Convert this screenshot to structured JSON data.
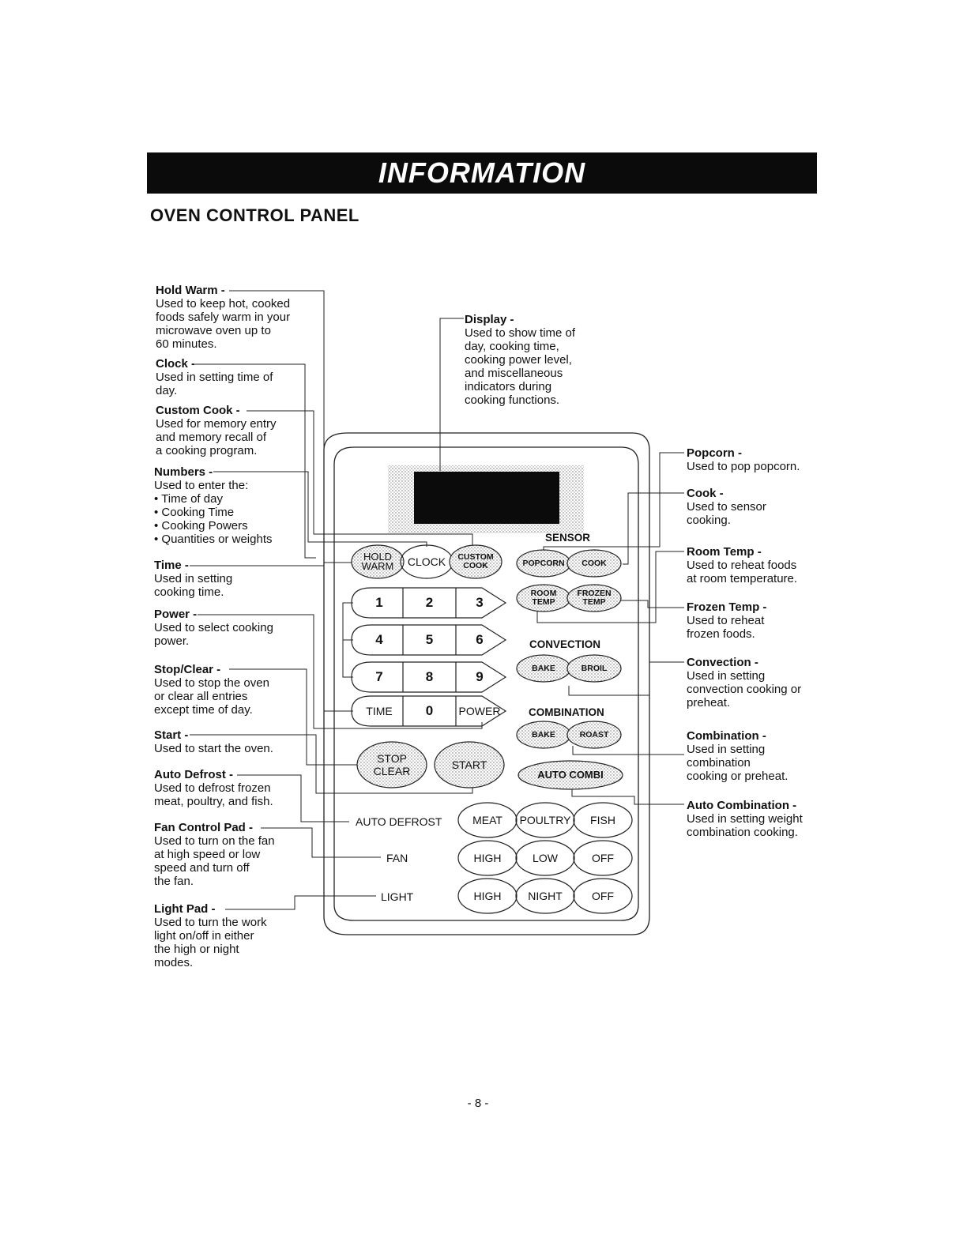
{
  "banner": {
    "title": "INFORMATION"
  },
  "section": {
    "title": "OVEN CONTROL PANEL"
  },
  "left_descriptions": [
    {
      "title": "Hold Warm -",
      "body": "Used to keep hot, cooked\nfoods safely warm in your\nmicrowave oven up to\n60 minutes."
    },
    {
      "title": "Clock -",
      "body": "Used in setting time of\nday."
    },
    {
      "title": "Custom Cook -",
      "body": "Used for memory entry\nand memory recall of\na cooking program."
    },
    {
      "title": "Numbers -",
      "body": "Used to enter the:\n• Time of day\n• Cooking Time\n• Cooking Powers\n• Quantities or weights"
    },
    {
      "title": "Time -",
      "body": "Used in setting\ncooking time."
    },
    {
      "title": "Power -",
      "body": "Used to select cooking\npower."
    },
    {
      "title": "Stop/Clear -",
      "body": "Used to stop the oven\nor clear all entries\nexcept time of day."
    },
    {
      "title": "Start -",
      "body": "Used to start the oven."
    },
    {
      "title": "Auto Defrost -",
      "body": "Used to defrost frozen\nmeat, poultry, and fish."
    },
    {
      "title": "Fan Control Pad -",
      "body": "Used to turn on the fan\nat high speed or low\nspeed and turn off\nthe fan."
    },
    {
      "title": "Light Pad -",
      "body": "Used to turn the work\nlight on/off in either\nthe high or night\nmodes."
    }
  ],
  "display_description": {
    "title": "Display -",
    "body": "Used to show time of\nday, cooking time,\ncooking power level,\nand miscellaneous\nindicators during\ncooking functions."
  },
  "right_descriptions": [
    {
      "title": "Popcorn -",
      "body": "Used to pop popcorn."
    },
    {
      "title": "Cook -",
      "body": "Used to sensor\ncooking."
    },
    {
      "title": "Room Temp -",
      "body": "Used to reheat foods\nat room temperature."
    },
    {
      "title": "Frozen Temp -",
      "body": "Used to reheat\nfrozen foods."
    },
    {
      "title": "Convection -",
      "body": "Used in setting\nconvection cooking or\npreheat."
    },
    {
      "title": "Combination -",
      "body": "Used in setting\ncombination\ncooking or preheat."
    },
    {
      "title": "Auto Combination -",
      "body": "Used in setting weight\ncombination cooking."
    }
  ],
  "panel": {
    "group_labels": {
      "sensor": "SENSOR",
      "convection": "CONVECTION",
      "combination": "COMBINATION"
    },
    "row_labels": {
      "auto_defrost": "AUTO DEFROST",
      "fan": "FAN",
      "light": "LIGHT"
    },
    "keys": {
      "hold_warm": "HOLD\nWARM",
      "clock": "CLOCK",
      "custom_cook": "CUSTOM\nCOOK",
      "popcorn": "POPCORN",
      "cook": "COOK",
      "room_temp": "ROOM\nTEMP",
      "frozen_temp": "FROZEN\nTEMP",
      "n1": "1",
      "n2": "2",
      "n3": "3",
      "n4": "4",
      "n5": "5",
      "n6": "6",
      "n7": "7",
      "n8": "8",
      "n9": "9",
      "time": "TIME",
      "n0": "0",
      "power": "POWER",
      "bake_conv": "BAKE",
      "broil": "BROIL",
      "bake_comb": "BAKE",
      "roast": "ROAST",
      "stop_clear": "STOP\nCLEAR",
      "start": "START",
      "auto_combi": "AUTO COMBI",
      "meat": "MEAT",
      "poultry": "POULTRY",
      "fish": "FISH",
      "fan_high": "HIGH",
      "fan_low": "LOW",
      "fan_off": "OFF",
      "light_high": "HIGH",
      "light_night": "NIGHT",
      "light_off": "OFF"
    }
  },
  "page_number": "- 8 -"
}
